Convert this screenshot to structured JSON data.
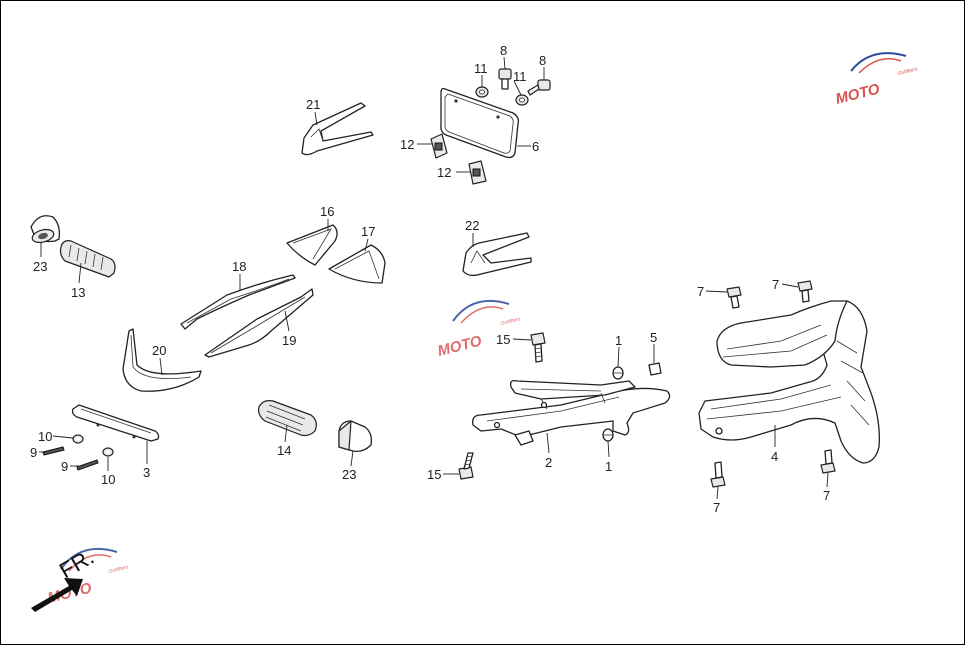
{
  "diagram": {
    "direction_label": "FR.",
    "watermark": {
      "text": "MOTO",
      "subtext": "Outfitters",
      "color_primary": "#2b4c9b",
      "color_accent": "#d9534f"
    },
    "callouts": [
      {
        "id": "c21",
        "label": "21"
      },
      {
        "id": "c8a",
        "label": "8"
      },
      {
        "id": "c8b",
        "label": "8"
      },
      {
        "id": "c11a",
        "label": "11"
      },
      {
        "id": "c11b",
        "label": "11"
      },
      {
        "id": "c12a",
        "label": "12"
      },
      {
        "id": "c12b",
        "label": "12"
      },
      {
        "id": "c6",
        "label": "6"
      },
      {
        "id": "c16",
        "label": "16"
      },
      {
        "id": "c17",
        "label": "17"
      },
      {
        "id": "c22",
        "label": "22"
      },
      {
        "id": "c23a",
        "label": "23"
      },
      {
        "id": "c13",
        "label": "13"
      },
      {
        "id": "c18",
        "label": "18"
      },
      {
        "id": "c19",
        "label": "19"
      },
      {
        "id": "c20",
        "label": "20"
      },
      {
        "id": "c7a",
        "label": "7"
      },
      {
        "id": "c7b",
        "label": "7"
      },
      {
        "id": "c7c",
        "label": "7"
      },
      {
        "id": "c7d",
        "label": "7"
      },
      {
        "id": "c15a",
        "label": "15"
      },
      {
        "id": "c15b",
        "label": "15"
      },
      {
        "id": "c1a",
        "label": "1"
      },
      {
        "id": "c1b",
        "label": "1"
      },
      {
        "id": "c5",
        "label": "5"
      },
      {
        "id": "c2",
        "label": "2"
      },
      {
        "id": "c4",
        "label": "4"
      },
      {
        "id": "c10a",
        "label": "10"
      },
      {
        "id": "c10b",
        "label": "10"
      },
      {
        "id": "c9a",
        "label": "9"
      },
      {
        "id": "c9b",
        "label": "9"
      },
      {
        "id": "c3",
        "label": "3"
      },
      {
        "id": "c14",
        "label": "14"
      },
      {
        "id": "c23b",
        "label": "23"
      }
    ]
  }
}
